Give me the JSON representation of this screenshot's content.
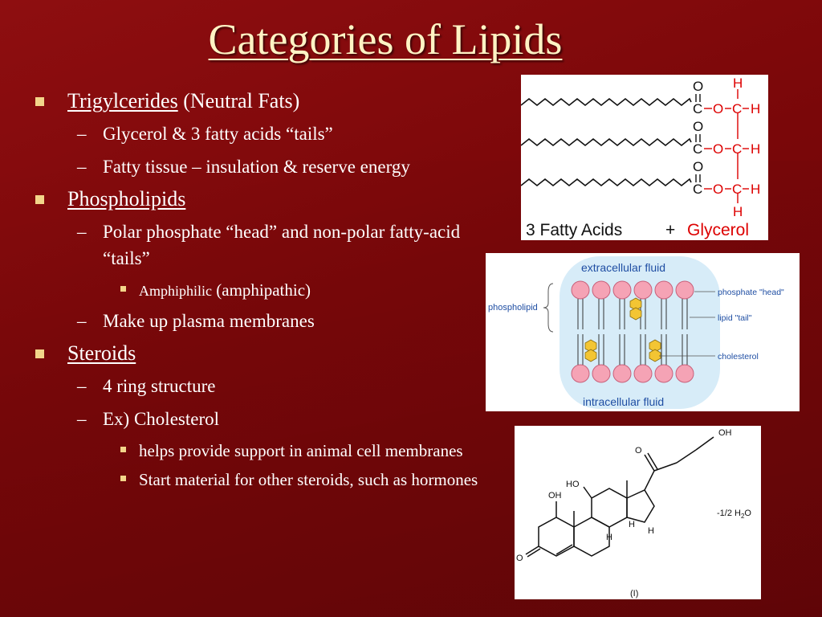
{
  "slide": {
    "title": "Categories of Lipids",
    "bullets": [
      {
        "label": "Trigylcerides",
        "suffix": " (Neutral Fats)",
        "subs": [
          "Glycerol & 3 fatty acids “tails”",
          "Fatty tissue – insulation & reserve energy"
        ]
      },
      {
        "label": "Phospholipids",
        "subs": [
          "Polar  phosphate “head” and non-polar  fatty-acid “tails”",
          "Make up plasma membranes"
        ],
        "subsubs": [
          {
            "small": "Amphiphilic",
            "rest": " (amphipathic)"
          }
        ]
      },
      {
        "label": "Steroids",
        "subs": [
          "4 ring structure",
          "Ex) Cholesterol"
        ],
        "subsubs": [
          "helps provide support in animal cell membranes",
          "Start material for other steroids, such as hormones"
        ]
      }
    ]
  },
  "figures": {
    "triglyceride": {
      "atoms": {
        "o": "O",
        "c": "C",
        "h": "H"
      },
      "fatty_acids_label": "3 Fatty Acids",
      "plus": "+",
      "glycerol_label": "Glycerol"
    },
    "membrane": {
      "top_label": "extracellular fluid",
      "bottom_label": "intracellular fluid",
      "phospholipid_label": "phospholipid",
      "head_label": "phosphate \"head\"",
      "tail_label": "lipid \"tail\"",
      "cholesterol_label": "cholesterol"
    },
    "steroid": {
      "oh": "OH",
      "ho": "HO",
      "o": "O",
      "h": "H",
      "water_note": "-1/2 H",
      "water_sub": "2",
      "water_o": "O",
      "caption": "(I)"
    }
  }
}
